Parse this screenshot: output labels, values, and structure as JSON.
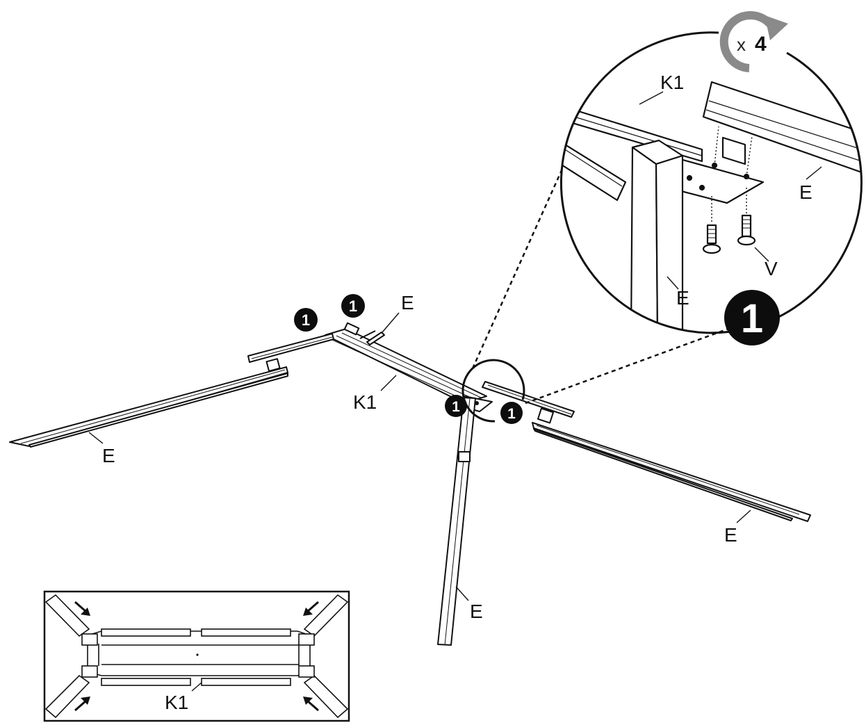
{
  "labels": {
    "k1_main": "K1",
    "e_top": "E",
    "e_left": "E",
    "e_right": "E",
    "e_leg": "E",
    "detail_k1": "K1",
    "detail_e_right": "E",
    "detail_e_leg": "E",
    "detail_v": "V",
    "inset_k1": "K1"
  },
  "badges": {
    "step": "1"
  },
  "rotation": {
    "multiplier_symbol": "x",
    "count": "4"
  },
  "colors": {
    "line": "#111111",
    "badge_fill": "#0d0d0d",
    "rotate_arrow": "#8a8a8a",
    "inset_arrow": "#111111"
  }
}
